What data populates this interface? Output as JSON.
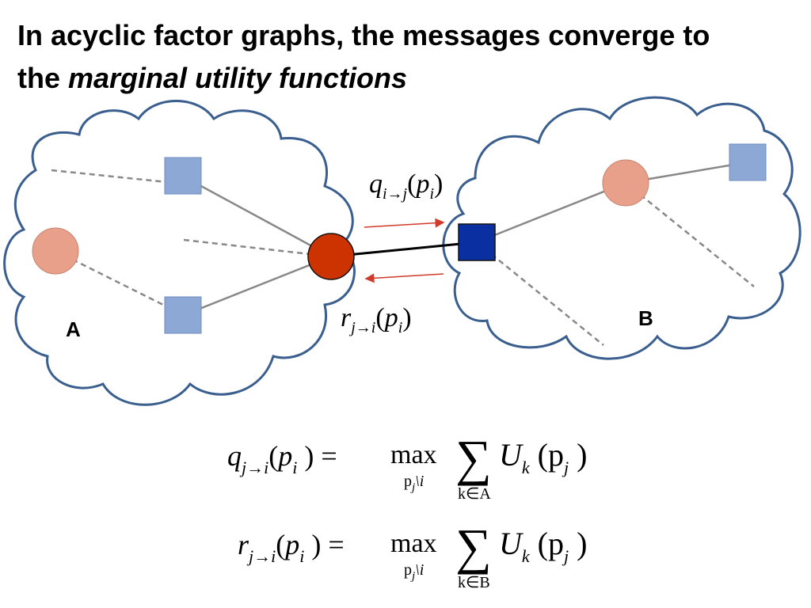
{
  "title": {
    "line1": "In acyclic factor graphs, the messages converge to",
    "line2_prefix": "the ",
    "line2_emph": "marginal utility functions"
  },
  "clouds": {
    "left_label": "A",
    "right_label": "B"
  },
  "messages": {
    "q_base": "q",
    "q_sub": "i→j",
    "q_arg": "p",
    "q_arg_sub": "i",
    "r_base": "r",
    "r_sub": "j→i",
    "r_arg": "p",
    "r_arg_sub": "i"
  },
  "equations": {
    "eq1": {
      "lhs_base": "q",
      "lhs_sub": "j→i",
      "arg": "p",
      "arg_sub": "i",
      "max": "max",
      "max_sub": "p",
      "max_sub_j": "j",
      "max_sub_rest": "\\i",
      "sum": "∑",
      "sum_sub": "k∈A",
      "U": "U",
      "U_sub": "k",
      "U_arg": "p",
      "U_arg_sub": "j"
    },
    "eq2": {
      "lhs_base": "r",
      "lhs_sub": "j→i",
      "arg": "p",
      "arg_sub": "i",
      "max": "max",
      "max_sub": "p",
      "max_sub_j": "j",
      "max_sub_rest": "\\i",
      "sum": "∑",
      "sum_sub": "k∈B",
      "U": "U",
      "U_sub": "k",
      "U_arg": "p",
      "U_arg_sub": "j"
    }
  },
  "colors": {
    "cloud_stroke": "#3a5f8f",
    "factor_light": "#8ea8d6",
    "factor_dark": "#0a2fa0",
    "variable_light": "#e8a08a",
    "variable_dark": "#cc3300",
    "arrow": "#d03a2a"
  }
}
